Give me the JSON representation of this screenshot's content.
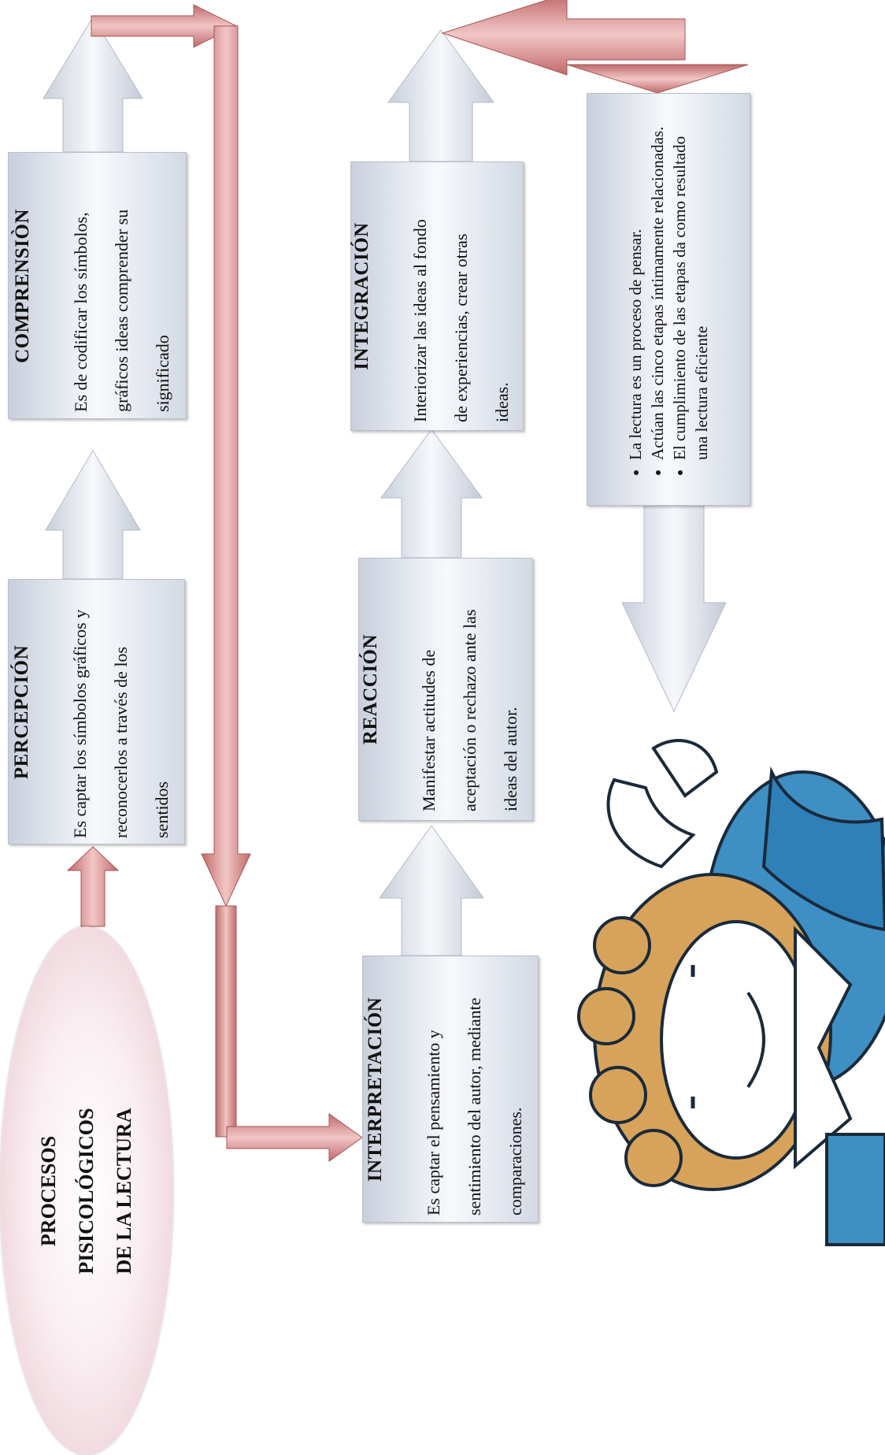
{
  "title": {
    "lines": [
      "PROCESOS",
      "PISICOLÓGICOS",
      "DE LA LECTURA"
    ]
  },
  "stages": {
    "percepcion": {
      "title": "PERCEPCIÓN",
      "lines": [
        "Es captar los símbolos gráficos y",
        "reconocerlos a través de los",
        "sentidos"
      ]
    },
    "comprension": {
      "title": "COMPRENSIÒN",
      "lines": [
        "Es de codificar los símbolos,",
        "gráficos ideas comprender su",
        "significado"
      ]
    },
    "interpretacion": {
      "title": "INTERPRETACIÓN",
      "lines": [
        "Es captar el pensamiento y",
        "sentimiento del autor, mediante",
        "comparaciones."
      ]
    },
    "reaccion": {
      "title": "REACCIÓN",
      "lines": [
        "Manifestar actitudes de",
        "aceptación o rechazo ante las",
        "ideas del autor."
      ]
    },
    "integracion": {
      "title": "INTEGRACIÓN",
      "lines": [
        "Interiorizar las ideas al fondo",
        "de experiencias, crear otras",
        "ideas."
      ]
    }
  },
  "summary": {
    "bullets": [
      "La lectura es un proceso de pensar.",
      "Actúan las cinco etapas íntimamente relacionadas.",
      "El cumplimiento de las etapas da como resultado una lectura eficiente"
    ]
  },
  "colors": {
    "connector": "#d98a8a",
    "connector_dark": "#b85c5c",
    "box_light": "#f7f9fc",
    "box_dark": "#c9cfdc"
  },
  "icons": {
    "illustration": "child-reading-illustration"
  }
}
